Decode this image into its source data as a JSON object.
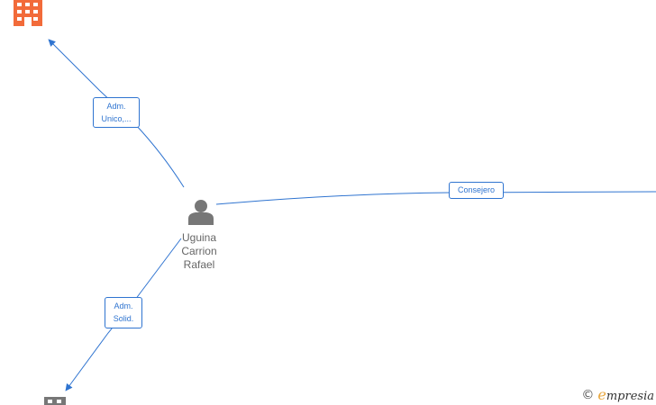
{
  "colors": {
    "edge": "#2f74d0",
    "company_top": "#f26b3a",
    "company_bottom": "#777777",
    "person": "#777777"
  },
  "person": {
    "icon": "person-icon",
    "name_lines": [
      "Uguina",
      "Carrion",
      "Rafael"
    ]
  },
  "companies": [
    {
      "icon": "building-icon",
      "color": "#f26b3a"
    },
    {
      "icon": "building-icon",
      "color": "#777777"
    }
  ],
  "edges": [
    {
      "label_lines": [
        "Adm.",
        "Unico,..."
      ]
    },
    {
      "label_lines": [
        "Consejero"
      ]
    },
    {
      "label_lines": [
        "Adm.",
        "Solid."
      ]
    }
  ],
  "brand": {
    "copyright": "©",
    "name_first": "e",
    "name_rest": "mpresia"
  }
}
